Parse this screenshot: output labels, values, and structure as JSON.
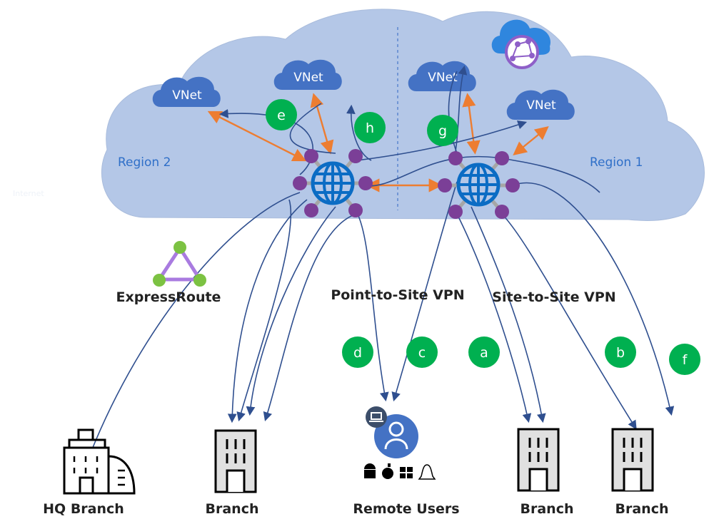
{
  "labels": {
    "internet": "Internet",
    "region_left": "Region 2",
    "region_right": "Region 1",
    "expressroute": "ExpressRoute",
    "p2s": "Point-to-Site VPN",
    "s2s": "Site-to-Site VPN"
  },
  "vnets": [
    "VNet",
    "VNet",
    "VNet",
    "VNet"
  ],
  "badges": {
    "a": "a",
    "b": "b",
    "c": "c",
    "d": "d",
    "e": "e",
    "f": "f",
    "g": "g",
    "h": "h"
  },
  "sites": {
    "hq": "HQ Branch",
    "branch1": "Branch",
    "remote": "Remote Users",
    "branch2": "Branch",
    "branch3": "Branch"
  },
  "colors": {
    "cloud": "#b4c7e7",
    "vnet": "#4472c4",
    "badge": "#00b050",
    "hub_dot": "#7b3f97",
    "globe": "#0b6cc4",
    "link": "#2f4f8f",
    "peering": "#ed7d31"
  }
}
